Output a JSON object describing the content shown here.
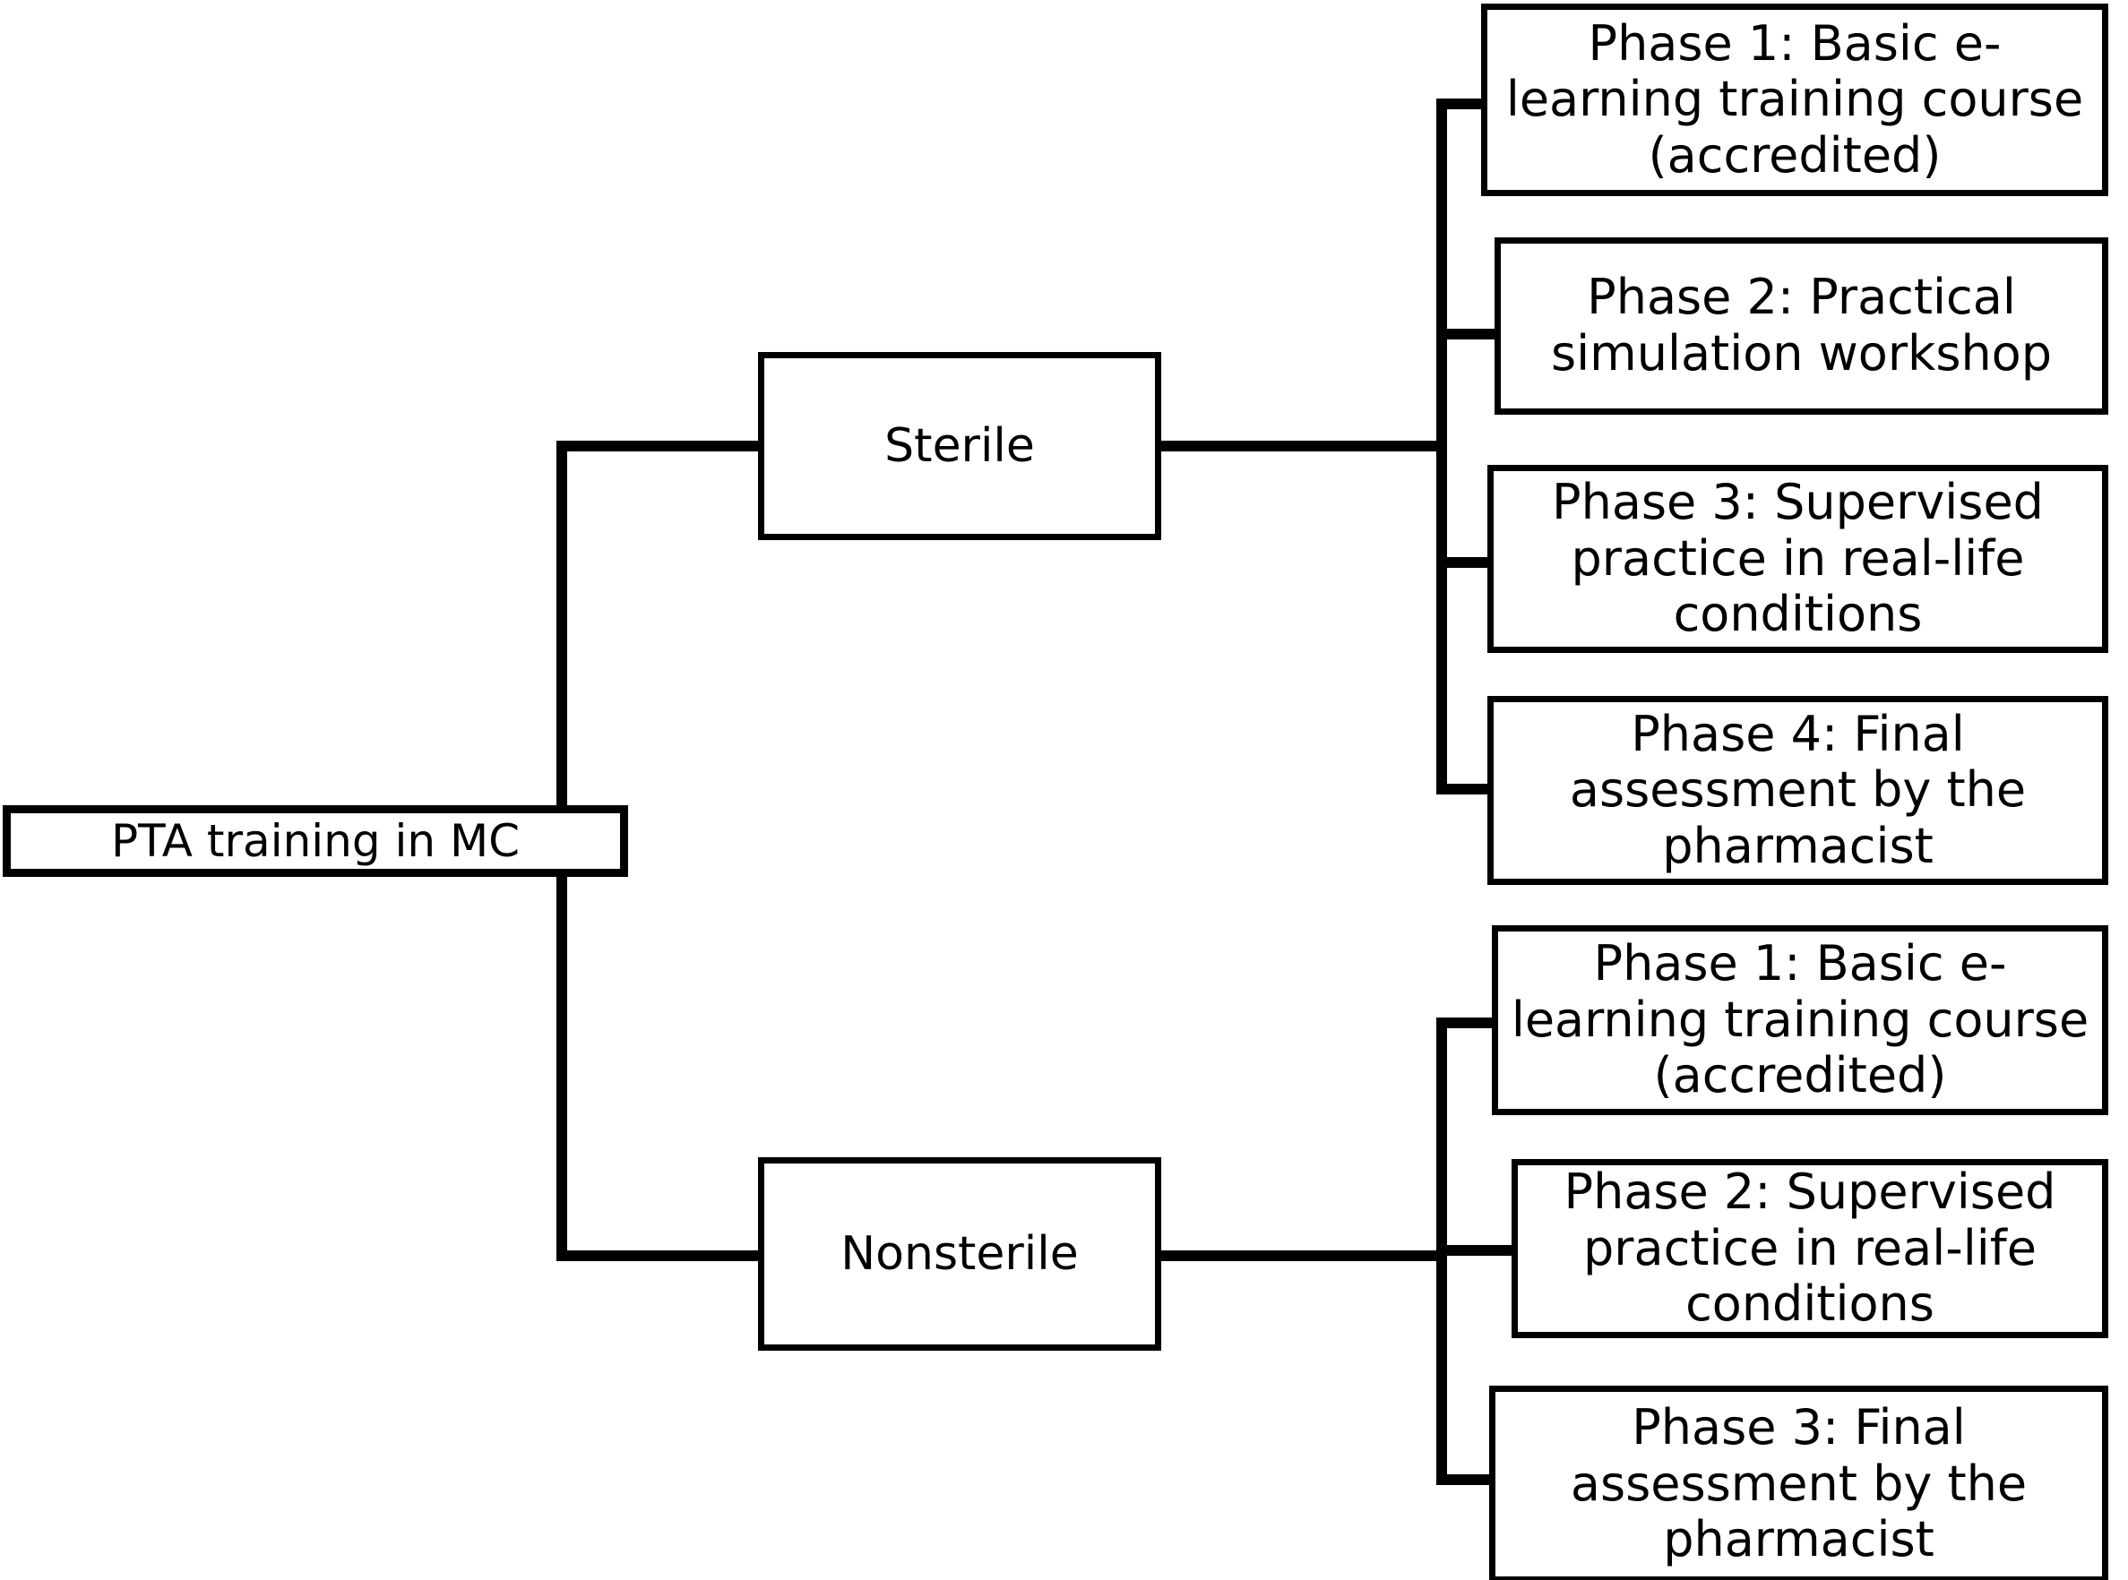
{
  "diagram": {
    "type": "hierarchy-tree",
    "orientation": "left-to-right",
    "root": {
      "label": "PTA training in MC"
    },
    "branches": [
      {
        "id": "sterile",
        "label": "Sterile",
        "phases": [
          {
            "id": "sterile-phase-1",
            "label": "Phase 1: Basic e-learning training course (accredited)"
          },
          {
            "id": "sterile-phase-2",
            "label": "Phase 2: Practical simulation workshop"
          },
          {
            "id": "sterile-phase-3",
            "label": "Phase 3: Supervised practice in real-life conditions"
          },
          {
            "id": "sterile-phase-4",
            "label": "Phase 4: Final assessment by the pharmacist"
          }
        ]
      },
      {
        "id": "nonsterile",
        "label": "Nonsterile",
        "phases": [
          {
            "id": "nonsterile-phase-1",
            "label": "Phase 1:  Basic e-learning training course (accredited)"
          },
          {
            "id": "nonsterile-phase-2",
            "label": "Phase 2: Supervised practice in real-life conditions"
          },
          {
            "id": "nonsterile-phase-3",
            "label": "Phase 3: Final assessment by the pharmacist"
          }
        ]
      }
    ],
    "colors": {
      "background": "#ffffff",
      "stroke": "#000000",
      "text": "#000000",
      "node_fill": "#ffffff"
    }
  }
}
